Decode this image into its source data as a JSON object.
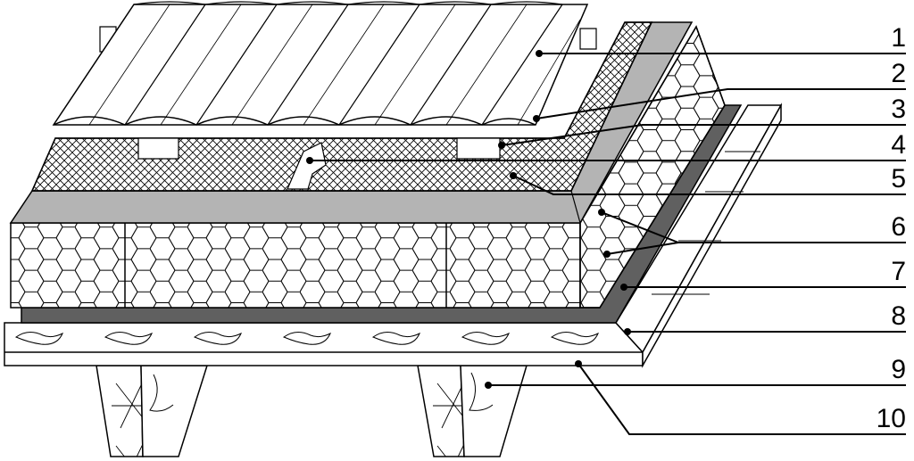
{
  "diagram": {
    "callouts": [
      {
        "label": "1"
      },
      {
        "label": "2"
      },
      {
        "label": "3"
      },
      {
        "label": "4"
      },
      {
        "label": "5"
      },
      {
        "label": "6"
      },
      {
        "label": "7"
      },
      {
        "label": "8"
      },
      {
        "label": "9"
      },
      {
        "label": "10"
      }
    ],
    "colors": {
      "line": "#000000",
      "membrane": "#606060",
      "gray_board": "#b4b4b4",
      "background": "#ffffff"
    }
  }
}
